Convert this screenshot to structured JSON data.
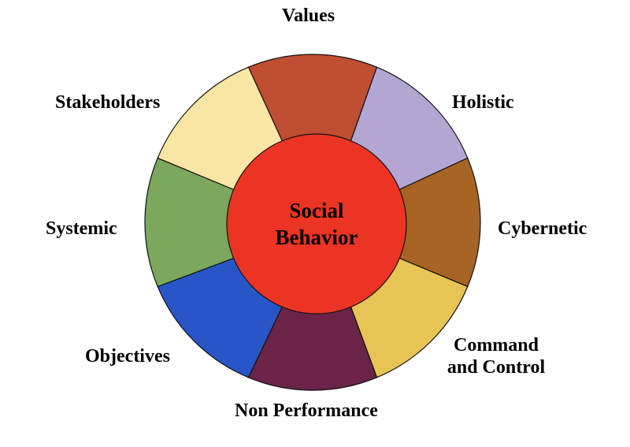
{
  "diagram": {
    "type": "circular-wheel",
    "center": {
      "label_line1": "Social",
      "label_line2": "Behavior",
      "color": "#EC3424"
    },
    "segments": [
      {
        "label": "Values",
        "color": "#BF4E33"
      },
      {
        "label": "Holistic",
        "color": "#B3A6D3"
      },
      {
        "label": "Cybernetic",
        "color": "#A86424"
      },
      {
        "label_line1": "Command",
        "label_line2": "and Control",
        "color": "#E8C454"
      },
      {
        "label": "Non Performance",
        "color": "#6B2347"
      },
      {
        "label": "Objectives",
        "color": "#2856C6"
      },
      {
        "label": "Systemic",
        "color": "#7BA85C"
      },
      {
        "label": "Stakeholders",
        "color": "#FAE6A4"
      }
    ]
  }
}
